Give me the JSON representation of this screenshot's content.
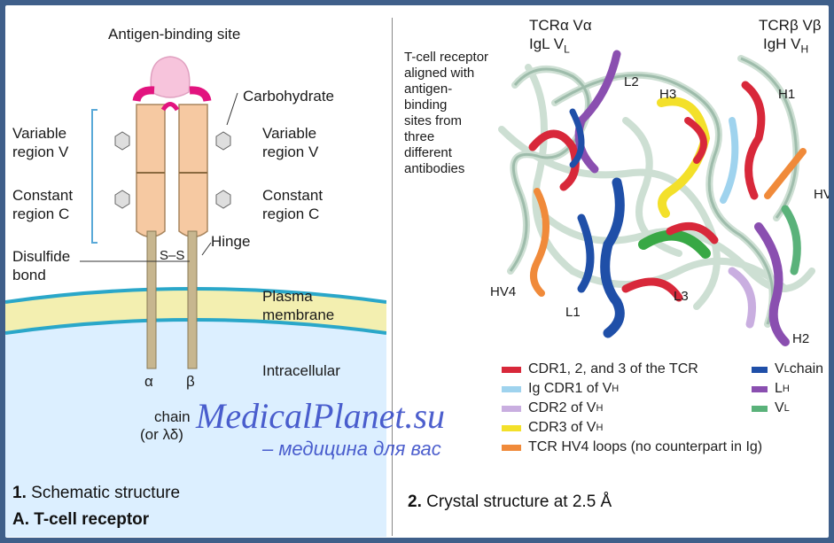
{
  "left": {
    "antigen_site": "Antigen-binding site",
    "carbohydrate": "Carbohydrate",
    "variable_left_1": "Variable",
    "variable_left_2": "region V",
    "variable_right_1": "Variable",
    "variable_right_2": "region V",
    "constant_left_1": "Constant",
    "constant_left_2": "region C",
    "constant_right_1": "Constant",
    "constant_right_2": "region C",
    "hinge": "Hinge",
    "ss": "S–S",
    "disulfide_1": "Disulfide",
    "disulfide_2": "bond",
    "plasma_1": "Plasma",
    "plasma_2": "membrane",
    "intracellular": "Intracellular",
    "alpha": "α",
    "beta": "β",
    "chain": "chain",
    "or_ld": "(or λδ)",
    "caption_num": "1.",
    "caption": "Schematic structure",
    "panel_title": "A. T-cell receptor"
  },
  "watermark": {
    "line1": "MedicalPlanet.su",
    "line2": "– медицина для вас"
  },
  "right": {
    "tcra_1": "TCRα  Vα",
    "tcra_2": "IgL V",
    "tcra_2_sub": "L",
    "tcrb_1": "TCRβ  Vβ",
    "tcrb_2": "IgH V",
    "tcrb_2_sub": "H",
    "desc": [
      "T-cell receptor",
      "aligned with",
      "antigen-",
      "binding",
      "sites from",
      "three",
      "different",
      "antibodies"
    ],
    "labels": {
      "L2": "L2",
      "H3": "H3",
      "H1": "H1",
      "HV": "HV",
      "HV4": "HV4",
      "L1": "L1",
      "L3": "L3",
      "H2": "H2"
    },
    "legend_left": [
      {
        "text": "CDR1, 2, and 3 of the TCR",
        "color": "#d8283a"
      },
      {
        "text": "Ig CDR1 of V",
        "sub": "H",
        "color": "#9fd3ee"
      },
      {
        "text": "CDR2 of V",
        "sub": "H",
        "color": "#c9aee0"
      },
      {
        "text": "CDR3 of V",
        "sub": "H",
        "color": "#f3e02a"
      },
      {
        "text": "TCR HV4 loops (no counterpart in Ig)",
        "color": "#f08a3a"
      }
    ],
    "legend_right": [
      {
        "text": "V",
        "sub": "L",
        "tail": " chain",
        "color": "#1f4fa8"
      },
      {
        "text": "L",
        "sub": "H",
        "tail": "",
        "color": "#8a4fb0"
      },
      {
        "text": "V",
        "sub": "L",
        "tail": "",
        "color": "#5ab27a"
      }
    ],
    "caption_num": "2.",
    "caption": "Crystal structure at 2.5 Å"
  }
}
